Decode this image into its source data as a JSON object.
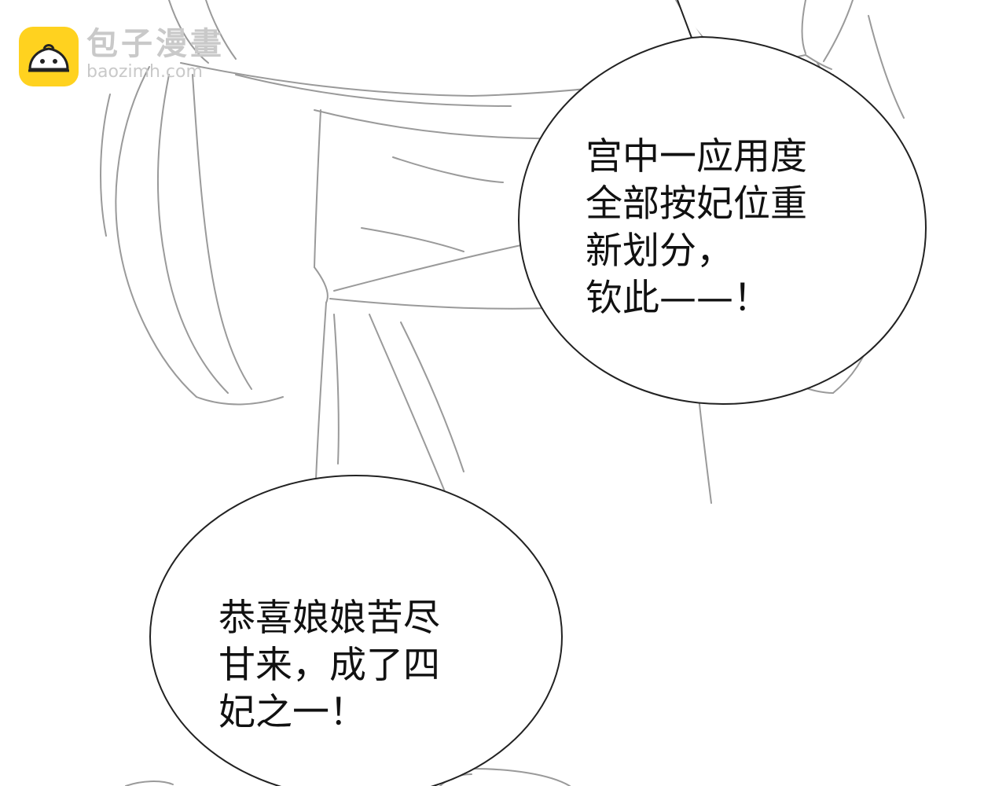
{
  "watermark": {
    "icon": "bun-mascot-icon",
    "name": "包子漫畫",
    "url": "baozimh.com",
    "badge_color": "#ffd21f",
    "text_color": "#c9c9c9"
  },
  "bubbles": [
    {
      "id": "edict",
      "text": "宫中一应用度\n全部按妃位重\n新划分，\n钦此——！"
    },
    {
      "id": "congrats",
      "text": "恭喜娘娘苦尽\n甘来，成了四\n妃之一！"
    }
  ],
  "colors": {
    "sketch_line": "#9a9a9a",
    "bubble_outline": "#222222",
    "text": "#111111"
  }
}
